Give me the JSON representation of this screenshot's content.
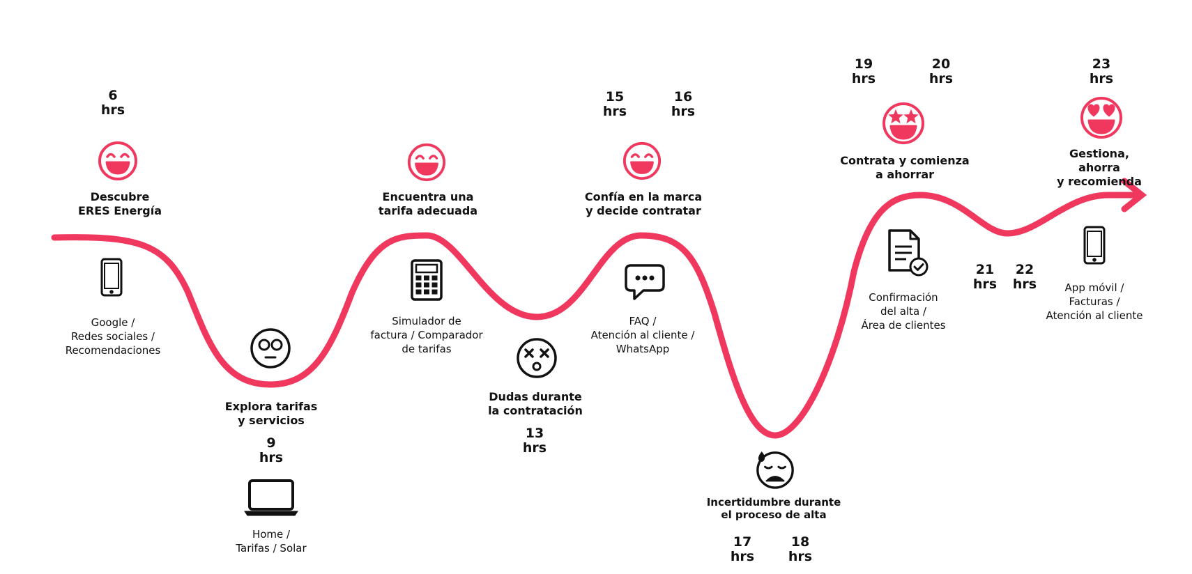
{
  "colors": {
    "accent": "#f0385f",
    "ink": "#111111"
  },
  "journey": {
    "stages": [
      {
        "title": "Descubre\nERES Energía",
        "emotion": "happy-face-icon",
        "channel_icon": "smartphone-icon",
        "channel": "Google /\nRedes sociales /\nRecomendaciones",
        "times": [
          "6\nhrs"
        ]
      },
      {
        "title": "Explora tarifas\ny servicios",
        "emotion": "neutral-face-icon",
        "channel_icon": "laptop-icon",
        "channel": "Home /\nTarifas / Solar",
        "times": [
          "9\nhrs"
        ]
      },
      {
        "title": "Encuentra una\ntarifa adecuada",
        "emotion": "happy-face-icon",
        "channel_icon": "calculator-icon",
        "channel": "Simulador de\nfactura / Comparador\nde tarifas",
        "times": []
      },
      {
        "title": "Dudas durante\nla contratación",
        "emotion": "dizzy-face-icon",
        "channel_icon": "",
        "channel": "",
        "times": [
          "13\nhrs"
        ]
      },
      {
        "title": "Confía en la marca\ny decide contratar",
        "emotion": "happy-face-icon",
        "channel_icon": "chat-bubble-icon",
        "channel": "FAQ /\nAtención al cliente /\nWhatsApp",
        "times": [
          "15\nhrs",
          "16\nhrs"
        ]
      },
      {
        "title": "Incertidumbre durante\nel proceso de alta",
        "emotion": "anxious-face-icon",
        "channel_icon": "",
        "channel": "",
        "times": [
          "17\nhrs",
          "18\nhrs"
        ]
      },
      {
        "title": "Contrata y comienza\na ahorrar",
        "emotion": "star-eyes-face-icon",
        "channel_icon": "document-check-icon",
        "channel": "Confirmación\ndel alta /\nÁrea de clientes",
        "times": [
          "19\nhrs",
          "20\nhrs"
        ]
      },
      {
        "title": "",
        "emotion": "",
        "channel_icon": "",
        "channel": "",
        "times": [
          "21\nhrs",
          "22\nhrs"
        ]
      },
      {
        "title": "Gestiona, ahorra\ny recomienda",
        "emotion": "heart-eyes-face-icon",
        "channel_icon": "smartphone-icon",
        "channel": "App móvil /\nFacturas /\nAtención al cliente",
        "times": [
          "23\nhrs"
        ]
      }
    ]
  }
}
